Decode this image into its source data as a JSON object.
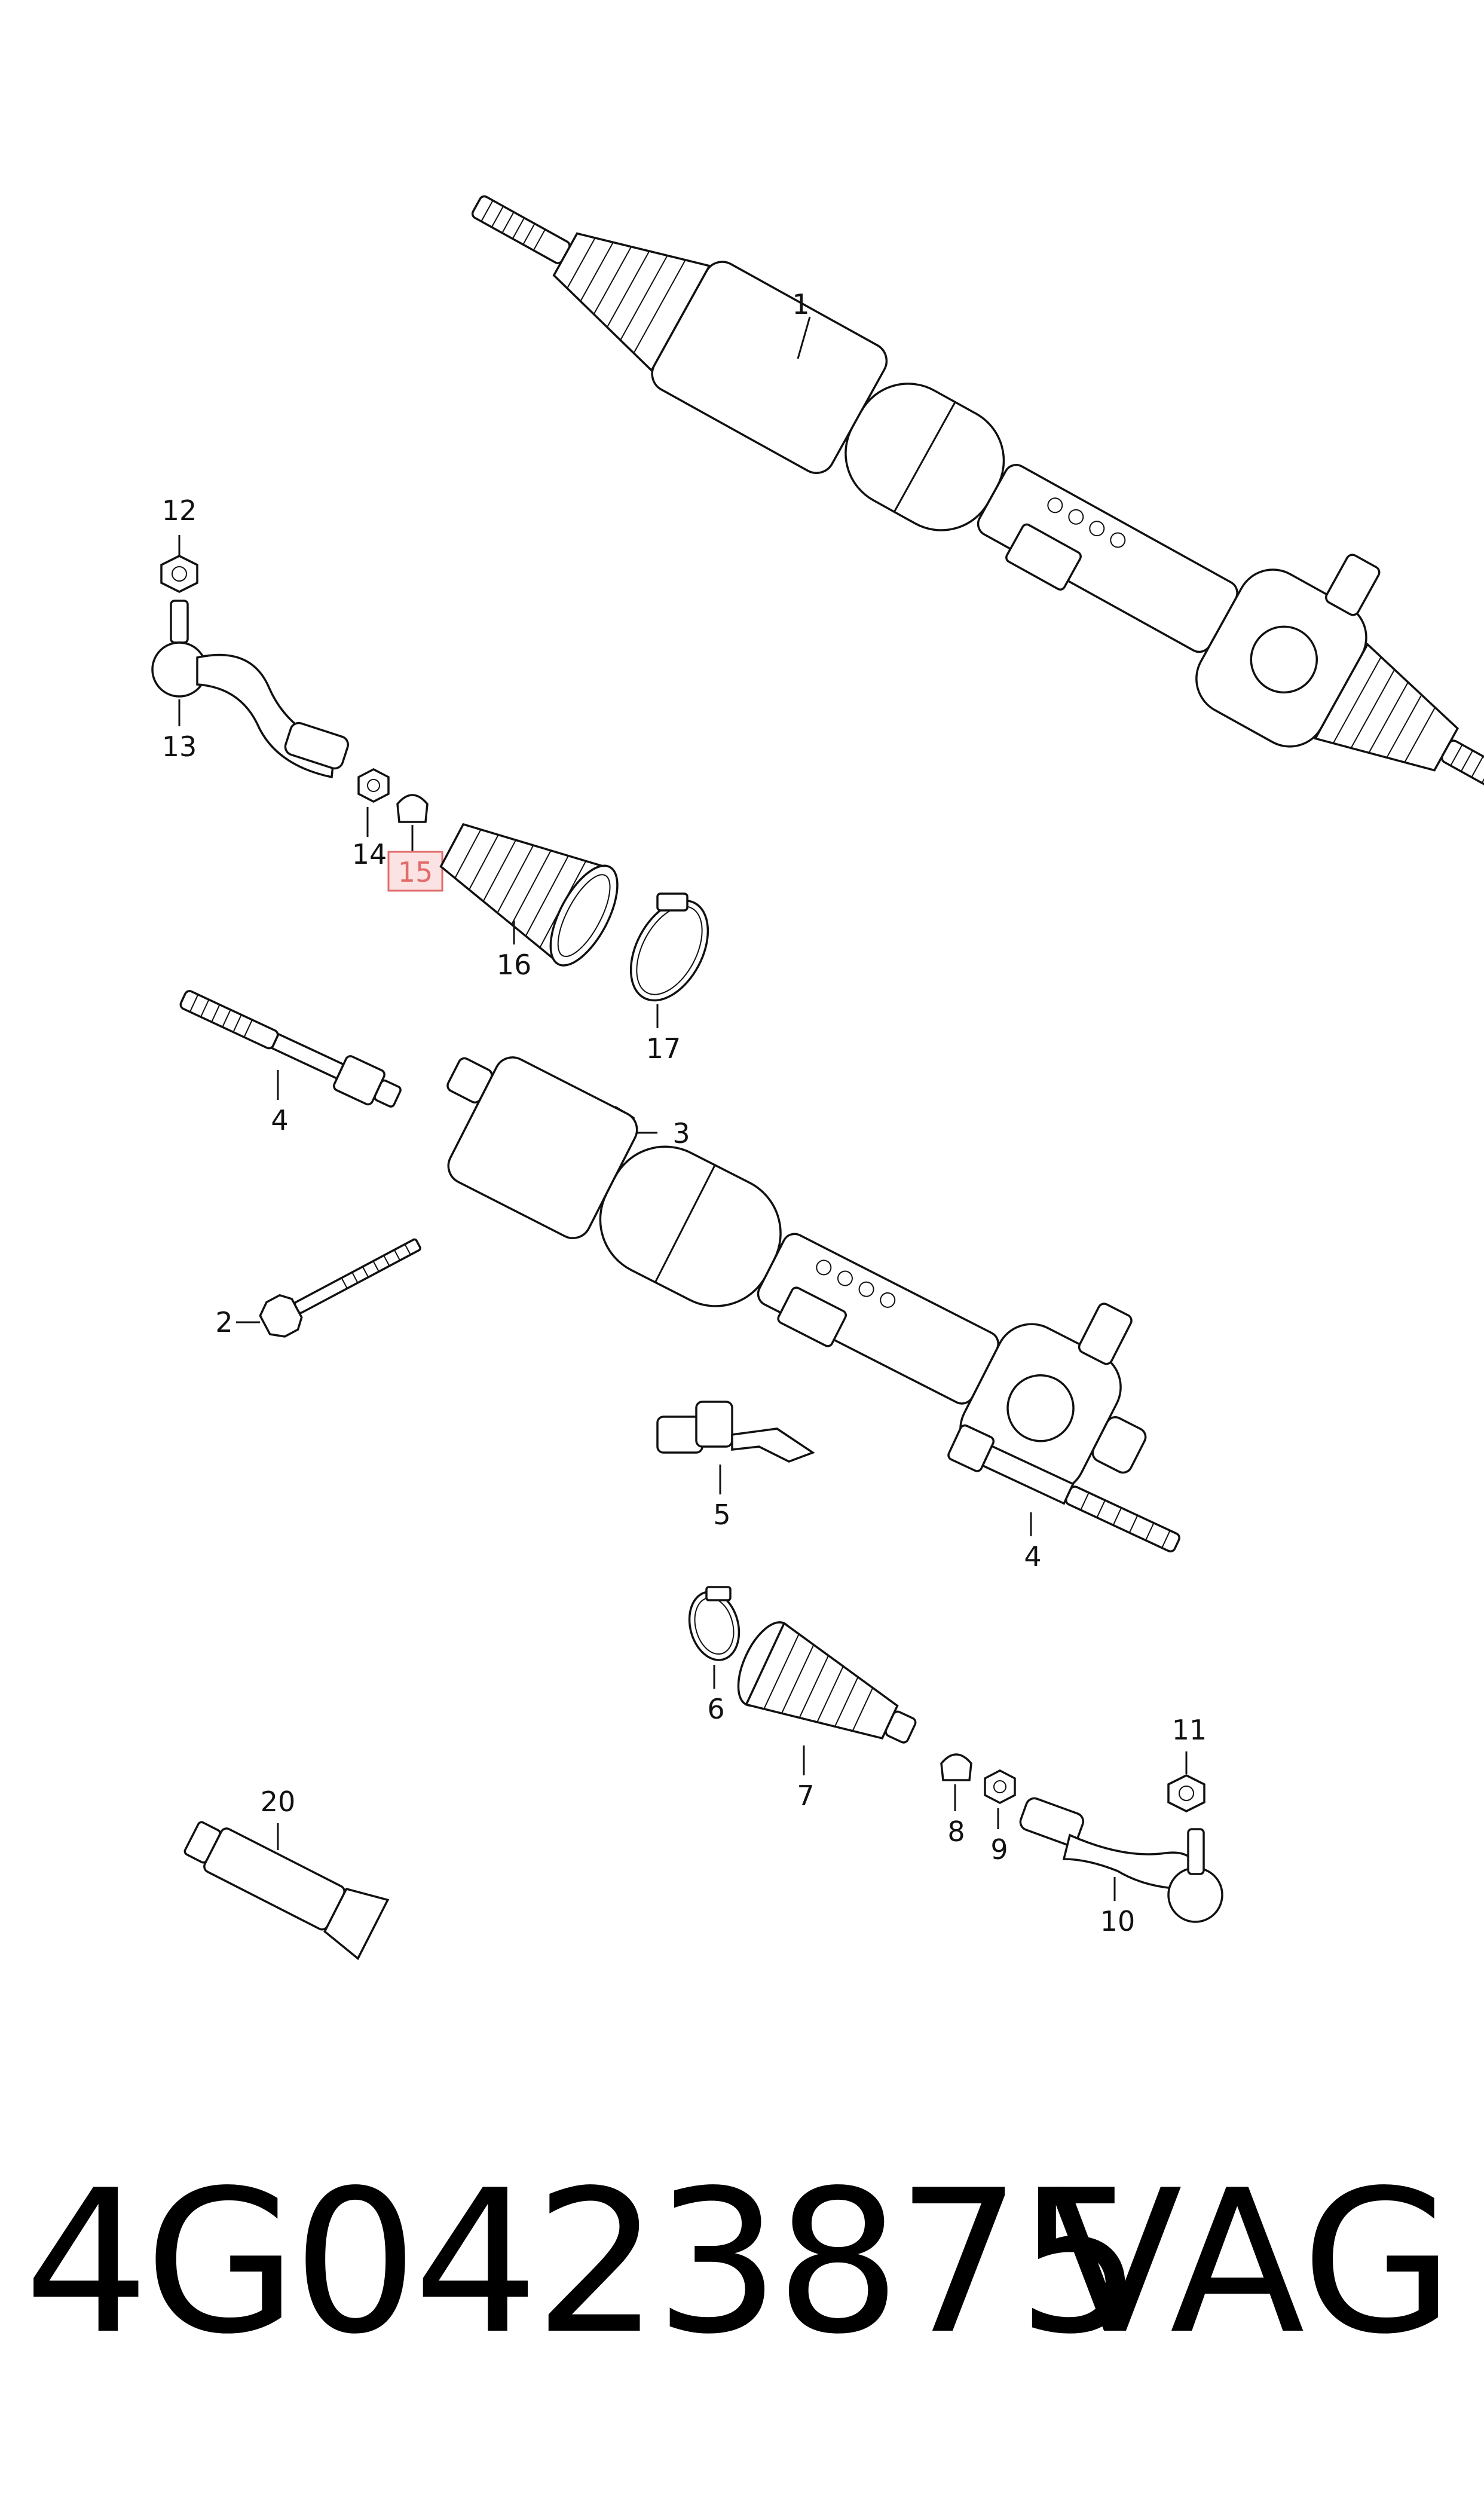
{
  "diagram": {
    "labels": {
      "p1": "1",
      "p2": "2",
      "p3": "3",
      "p4a": "4",
      "p4b": "4",
      "p5": "5",
      "p6": "6",
      "p7": "7",
      "p8": "8",
      "p9": "9",
      "p10": "10",
      "p11": "11",
      "p12": "12",
      "p13": "13",
      "p14": "14",
      "p15": "15",
      "p16": "16",
      "p17": "17",
      "p20": "20"
    },
    "highlighted_part": "15",
    "highlight_color": "#e36b6b"
  },
  "footer": {
    "part_number": "4G0423875",
    "brand": "VAG"
  }
}
